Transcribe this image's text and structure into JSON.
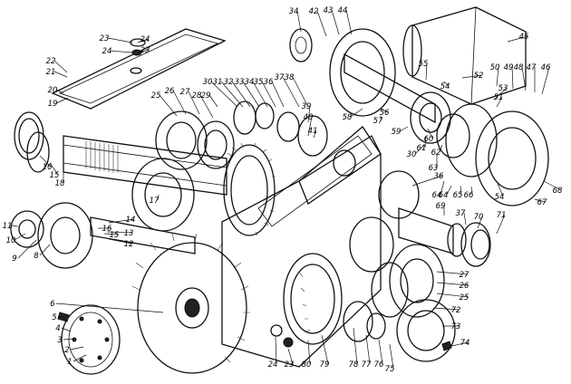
{
  "callouts": [
    {
      "text": "1"
    },
    {
      "text": "2"
    },
    {
      "text": "3"
    },
    {
      "text": "4"
    },
    {
      "text": "5"
    },
    {
      "text": "6"
    },
    {
      "text": "9"
    },
    {
      "text": "8"
    },
    {
      "text": "10"
    },
    {
      "text": "11"
    },
    {
      "text": "12"
    },
    {
      "text": "13"
    },
    {
      "text": "14"
    },
    {
      "text": "15"
    },
    {
      "text": "16"
    },
    {
      "text": "15"
    },
    {
      "text": "16"
    },
    {
      "text": "17"
    },
    {
      "text": "18"
    },
    {
      "text": "19"
    },
    {
      "text": "20"
    },
    {
      "text": "21"
    },
    {
      "text": "22"
    },
    {
      "text": "23"
    },
    {
      "text": "24"
    },
    {
      "text": "25"
    },
    {
      "text": "26"
    },
    {
      "text": "27"
    },
    {
      "text": "28"
    },
    {
      "text": "29"
    },
    {
      "text": "30"
    },
    {
      "text": "31"
    },
    {
      "text": "32"
    },
    {
      "text": "33"
    },
    {
      "text": "34"
    },
    {
      "text": "35"
    },
    {
      "text": "36"
    },
    {
      "text": "37"
    },
    {
      "text": "38"
    },
    {
      "text": "39"
    },
    {
      "text": "40"
    },
    {
      "text": "41"
    },
    {
      "text": "34"
    },
    {
      "text": "42"
    },
    {
      "text": "43"
    },
    {
      "text": "44"
    },
    {
      "text": "45"
    },
    {
      "text": "52"
    },
    {
      "text": "50"
    },
    {
      "text": "49"
    },
    {
      "text": "48"
    },
    {
      "text": "47"
    },
    {
      "text": "46"
    },
    {
      "text": "55"
    },
    {
      "text": "54"
    },
    {
      "text": "51"
    },
    {
      "text": "53"
    },
    {
      "text": "56"
    },
    {
      "text": "57"
    },
    {
      "text": "58"
    },
    {
      "text": "59"
    },
    {
      "text": "60"
    },
    {
      "text": "61"
    },
    {
      "text": "30"
    },
    {
      "text": "62"
    },
    {
      "text": "63"
    },
    {
      "text": "64"
    },
    {
      "text": "64"
    },
    {
      "text": "65"
    },
    {
      "text": "66"
    },
    {
      "text": "54"
    },
    {
      "text": "68"
    },
    {
      "text": "67"
    },
    {
      "text": "36"
    },
    {
      "text": "69"
    },
    {
      "text": "37"
    },
    {
      "text": "70"
    },
    {
      "text": "71"
    },
    {
      "text": "27"
    },
    {
      "text": "26"
    },
    {
      "text": "25"
    },
    {
      "text": "72"
    },
    {
      "text": "73"
    },
    {
      "text": "74"
    },
    {
      "text": "75"
    },
    {
      "text": "76"
    },
    {
      "text": "77"
    },
    {
      "text": "78"
    },
    {
      "text": "79"
    },
    {
      "text": "80"
    },
    {
      "text": "23"
    },
    {
      "text": "24"
    },
    {
      "text": "23"
    },
    {
      "text": "24"
    }
  ]
}
